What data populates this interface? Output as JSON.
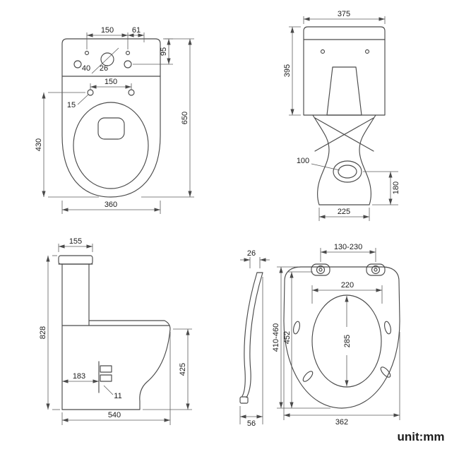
{
  "unit_label": "unit:mm",
  "top_view": {
    "d150_top": "150",
    "d61": "61",
    "d95": "95",
    "d40": "40",
    "d26": "26",
    "d150_seat": "150",
    "d15": "15",
    "d430": "430",
    "d650": "650",
    "d360": "360"
  },
  "front_view": {
    "d375": "375",
    "d395": "395",
    "d100": "100",
    "d180": "180",
    "d225": "225"
  },
  "side_view": {
    "d155": "155",
    "d828": "828",
    "d183": "183",
    "d11": "11",
    "d425": "425",
    "d540": "540"
  },
  "seat_view": {
    "d26": "26",
    "d130_230": "130-230",
    "d220": "220",
    "d410_460": "410-460",
    "d452": "452",
    "d285": "285",
    "d362": "362",
    "d56": "56"
  }
}
